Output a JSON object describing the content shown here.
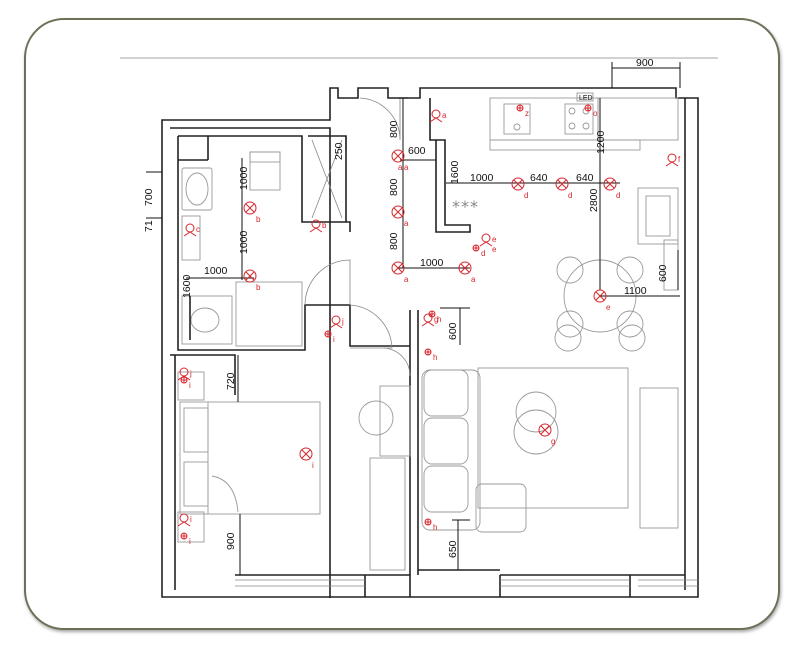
{
  "dimensions": {
    "d900": "900",
    "d800a": "800",
    "d800b": "800",
    "d800c": "800",
    "d250": "250",
    "d600top": "600",
    "d1600": "1600",
    "d1000k": "1000",
    "d640a": "640",
    "d640b": "640",
    "d1200": "1200",
    "d2800": "2800",
    "d1000bath1": "1000",
    "d1000bath2": "1000",
    "d1000bath3": "1000",
    "d700": "700",
    "d71": "71",
    "d1600bath": "1600",
    "d1000hall": "1000",
    "d600right": "600",
    "d1100": "1100",
    "d600hall": "600",
    "d720": "720",
    "d900bed": "900",
    "d650": "650"
  },
  "labels": {
    "led": "LED",
    "stars": "***",
    "la1": "a",
    "la2": "a",
    "la3": "a",
    "la4": "a",
    "la5": "a",
    "la6": "a",
    "lb1": "b",
    "lb2": "b",
    "lb3": "b",
    "lc": "c",
    "ld1": "d",
    "ld2": "d",
    "ld3": "d",
    "ld4": "d",
    "le1": "e",
    "le2": "e",
    "le3": "e",
    "lf": "f",
    "lg1": "g",
    "lg2": "g",
    "lh1": "h",
    "lh2": "h",
    "lh3": "h",
    "li1": "i",
    "li2": "i",
    "li3": "i",
    "li4": "i",
    "lj1": "j",
    "lj2": "j",
    "lz": "z",
    "lo": "o"
  },
  "colors": {
    "frame_border": "#6f6e57",
    "symbol_red": "#d8262c",
    "wall": "#222222"
  }
}
